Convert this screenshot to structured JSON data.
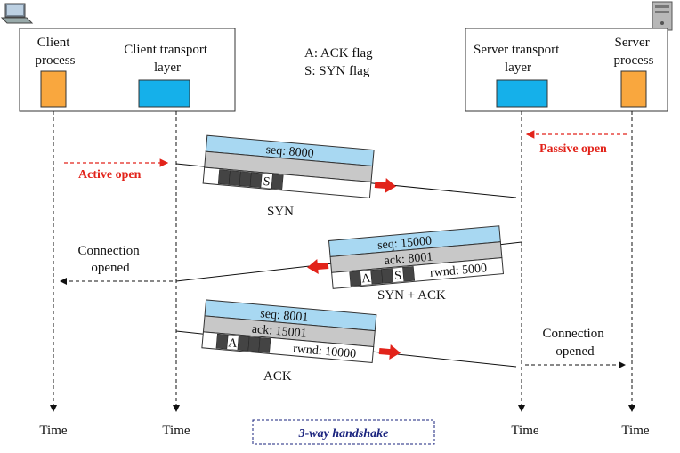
{
  "client_box": {
    "process": [
      "Client",
      "process"
    ],
    "transport": [
      "Client transport",
      "layer"
    ]
  },
  "server_box": {
    "transport": [
      "Server transport",
      "layer"
    ],
    "process": [
      "Server",
      "process"
    ]
  },
  "legend": {
    "ack": "A: ACK flag",
    "syn": "S: SYN flag"
  },
  "active_open": "Active open",
  "passive_open": "Passive open",
  "connection_opened_left": [
    "Connection",
    "opened"
  ],
  "connection_opened_right": [
    "Connection",
    "opened"
  ],
  "segments": {
    "syn": {
      "seq": "seq: 8000",
      "flag_s": "S",
      "name": "SYN"
    },
    "synack": {
      "seq": "seq: 15000",
      "ack": "ack: 8001",
      "flag_a": "A",
      "flag_s": "S",
      "rwnd": "rwnd: 5000",
      "name": "SYN + ACK"
    },
    "ack": {
      "seq": "seq: 8001",
      "ack": "ack: 15001",
      "flag_a": "A",
      "rwnd": "rwnd: 10000",
      "name": "ACK"
    }
  },
  "time_labels": [
    "Time",
    "Time",
    "Time",
    "Time"
  ],
  "caption": "3-way handshake",
  "colors": {
    "process": "#f9a73e",
    "transport": "#15b0ea",
    "seq_band": "#a8d8f2",
    "ack_band": "#c8c8c8",
    "flag_dark": "#444444",
    "red": "#e2231a",
    "caption": "#1a237e"
  },
  "icons": {
    "client": "laptop-icon",
    "server": "server-tower-icon"
  }
}
